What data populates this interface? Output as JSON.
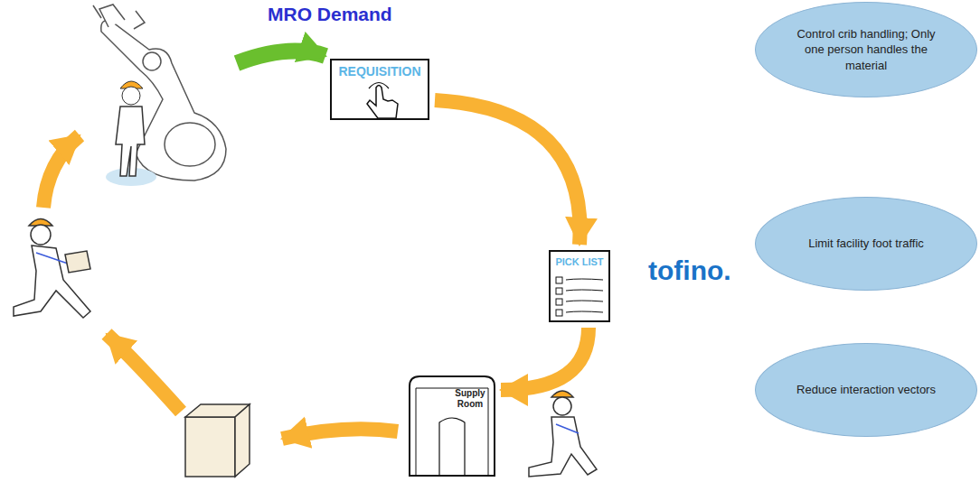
{
  "diagram": {
    "nodes": [
      {
        "text": [
          "REQUISITION"
        ]
      },
      {
        "text": [
          "PICK LIST"
        ]
      },
      {
        "text": [
          "Supply Room"
        ]
      },
      {
        "text": [
          "Control crib handling; Only one person handles the material"
        ]
      },
      {
        "text": [
          "Limit facility foot traffic"
        ]
      },
      {
        "text": [
          "Reduce interaction vectors"
        ]
      }
    ],
    "edges": [
      {
        "from": 0,
        "to": 1,
        "arrow": "to"
      },
      {
        "from": 1,
        "to": 2,
        "arrow": "to"
      }
    ],
    "labels": [
      "MRO Demand",
      "tofino."
    ]
  }
}
